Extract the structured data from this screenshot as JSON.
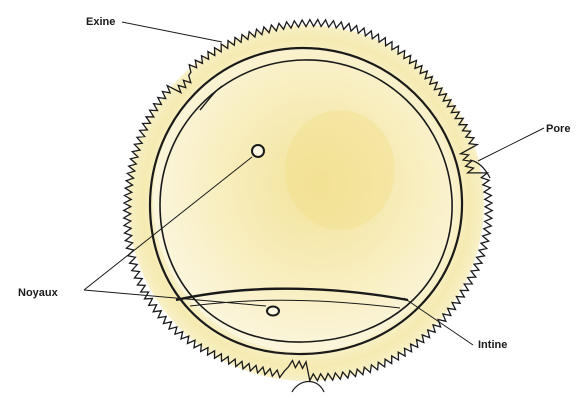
{
  "diagram": {
    "labels": {
      "exine": "Exine",
      "pore": "Pore",
      "noyaux": "Noyaux",
      "intine": "Intine"
    }
  },
  "colors": {
    "outline": "#1a1a1a",
    "halo": "#f7f0c8",
    "cell_fill": "#faf3cf",
    "spot": "#f2e49a"
  }
}
